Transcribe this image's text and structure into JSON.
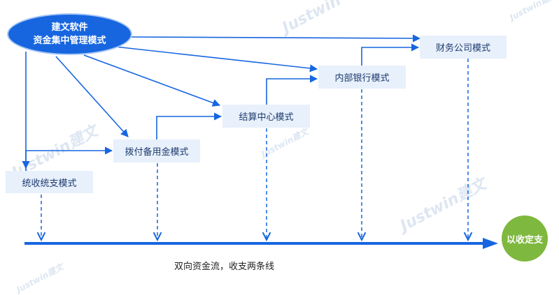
{
  "watermark": {
    "logo_text": "Justwin建文"
  },
  "center": {
    "line1": "建文软件",
    "line2": "资金集中管理模式"
  },
  "modes": {
    "unified": "统收统支模式",
    "imprest": "拨付备用金模式",
    "settlement": "结算中心模式",
    "internal_bank": "内部银行模式",
    "finance_company": "财务公司模式"
  },
  "target": "以收定支",
  "caption": "双向资金流，收支两条线",
  "colors": {
    "primary": "#1766e0",
    "box_fill": "#e7f0fb",
    "target_fill": "#7fb83e"
  }
}
